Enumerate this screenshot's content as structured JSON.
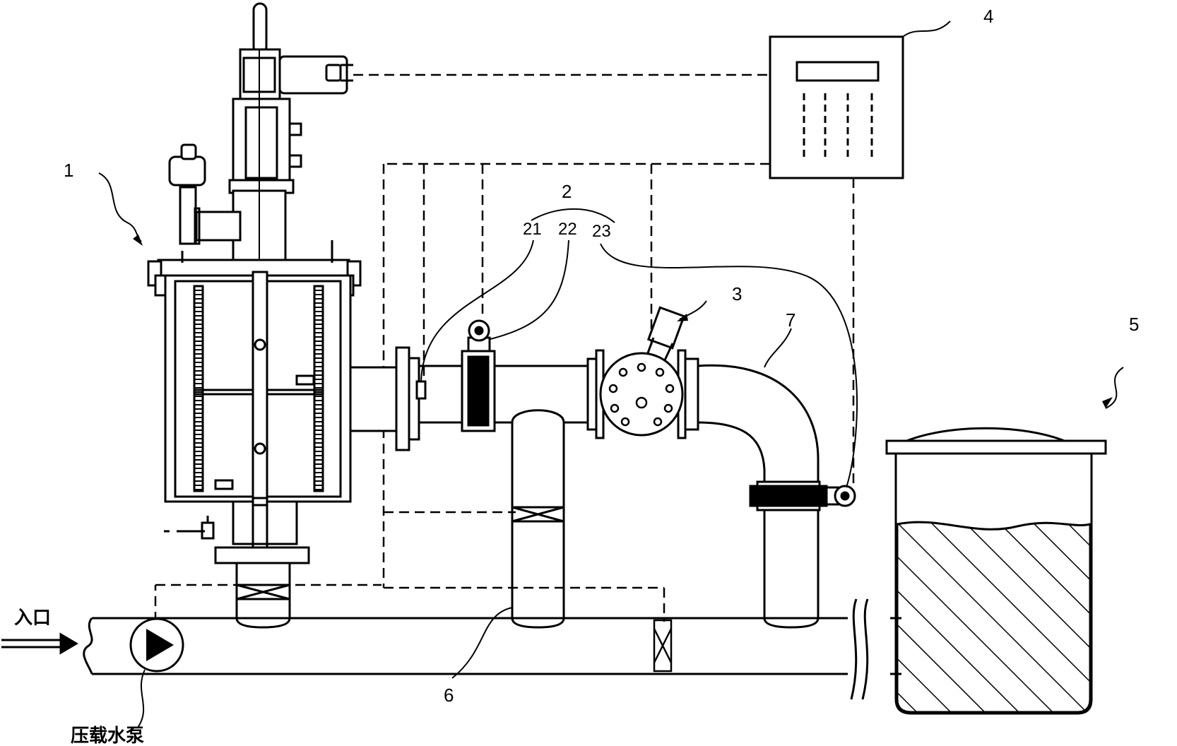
{
  "labels": {
    "filter": "1",
    "sensor_group": "2",
    "sensor_21": "21",
    "sensor_22": "22",
    "sensor_23": "23",
    "reactor": "3",
    "controller": "4",
    "tank": "5",
    "pipe_6": "6",
    "pipe_7": "7",
    "inlet": "入口",
    "pump": "压载水泵"
  },
  "colors": {
    "line": "#000000",
    "background": "#ffffff"
  },
  "icons": [
    "pump-icon",
    "valve-icon",
    "flow-arrow-icon",
    "pipe-break-icon"
  ]
}
